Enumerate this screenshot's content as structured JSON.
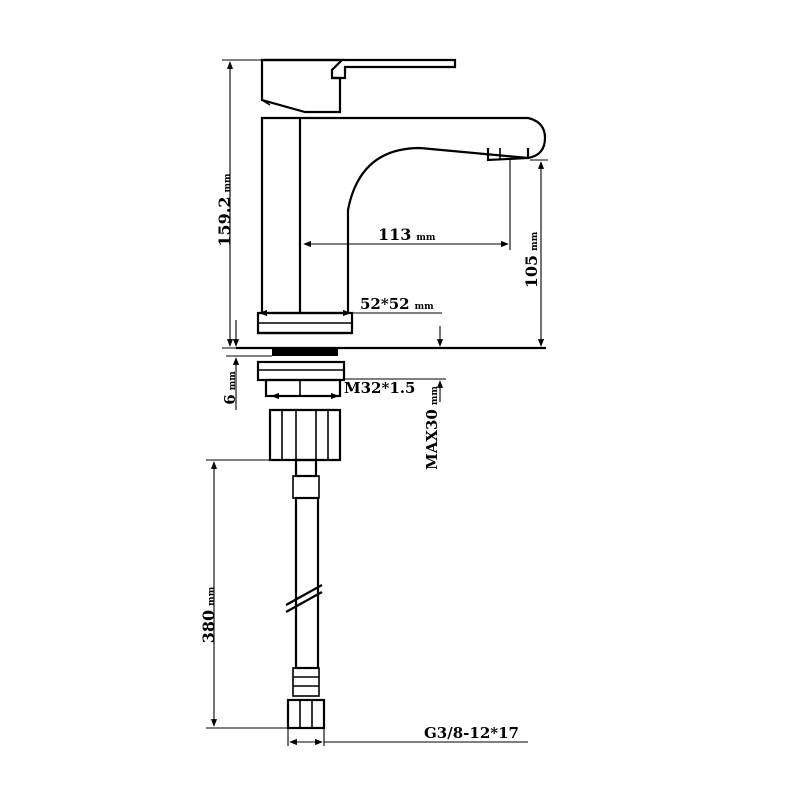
{
  "dimensions": {
    "total_height": "159.2",
    "total_height_unit": "mm",
    "spout_reach": "113",
    "spout_reach_unit": "mm",
    "spout_height": "105",
    "spout_height_unit": "mm",
    "base_size": "52*52",
    "base_size_unit": "mm",
    "thread": "M32*1.5",
    "max_thickness": "MAX30",
    "max_thickness_unit": "mm",
    "washer_thickness": "6",
    "washer_thickness_unit": "mm",
    "hose_length": "380",
    "hose_length_unit": "mm",
    "hose_connector": "G3/8-12*17"
  },
  "colors": {
    "line": "#000000",
    "background": "#ffffff"
  }
}
